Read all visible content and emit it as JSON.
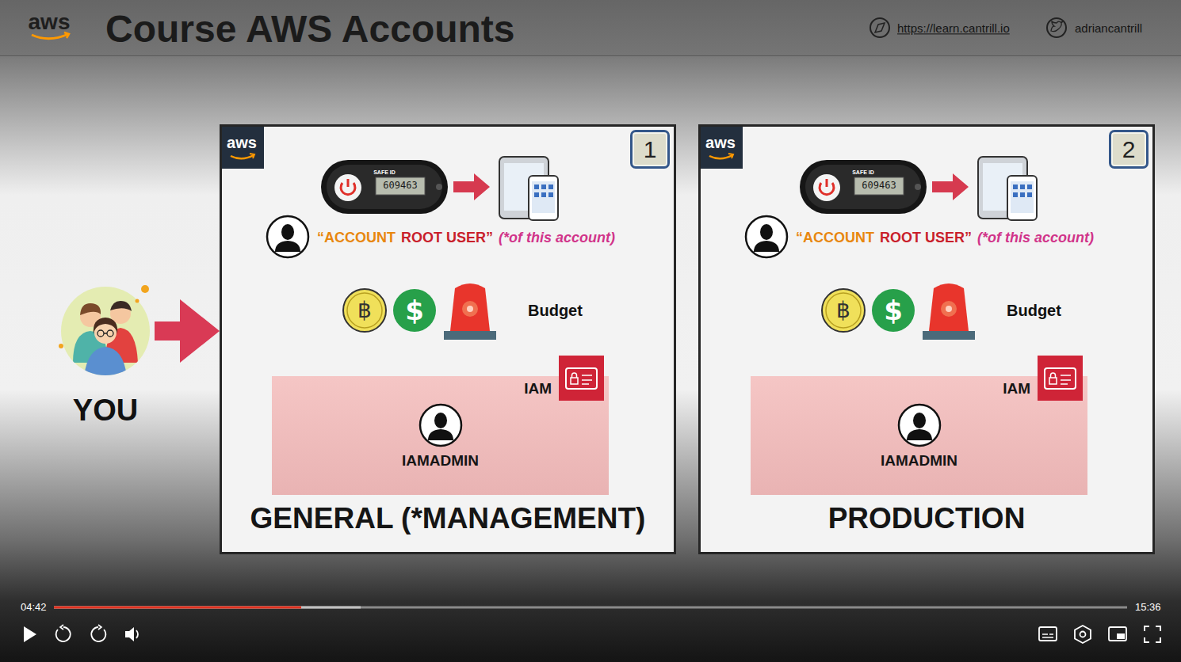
{
  "diagram": {
    "title": "Course AWS Accounts",
    "nodes": [
      {
        "text": [
          "YOU"
        ]
      },
      {
        "text": [
          "GENERAL (*MANAGEMENT)"
        ]
      },
      {
        "text": [
          "1"
        ],
        "in": 1
      },
      {
        "text": [
          "IAM",
          "IAMADMIN"
        ],
        "in": 1
      },
      {
        "text": [
          "PRODUCTION"
        ]
      },
      {
        "text": [
          "2"
        ],
        "in": 4
      },
      {
        "text": [
          "IAM",
          "IAMADMIN"
        ],
        "in": 4
      }
    ],
    "edges": [
      {
        "from": 0,
        "to": 1,
        "arrow": "to"
      }
    ],
    "labels": [
      "aws",
      "https://learn.cantrill.io",
      "adriancantrill",
      "aws",
      "SAFE ID",
      "609463",
      "“ACCOUNT",
      "ROOT USER”",
      "(*of this account)",
      "฿",
      "$",
      "Budget",
      "aws",
      "SAFE ID",
      "609463",
      "“ACCOUNT",
      "ROOT USER”",
      "(*of this account)",
      "฿",
      "$",
      "Budget",
      "04:42",
      "15:36"
    ]
  }
}
